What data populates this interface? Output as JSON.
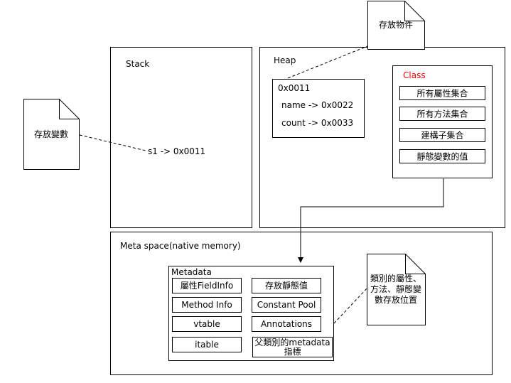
{
  "notes": {
    "variables": "存放變數",
    "objects": "存放物件",
    "class_info": [
      "類別的屬性、",
      "方法、靜態變",
      "數存放位置"
    ]
  },
  "stack": {
    "title": "Stack",
    "entry": "s1 -> 0x0011"
  },
  "heap": {
    "title": "Heap",
    "object": {
      "address": "0x0011",
      "fields": [
        "name -> 0x0022",
        "count -> 0x0033"
      ]
    },
    "class_box": {
      "title": "Class",
      "title_color": "#ff0000",
      "items": [
        "所有屬性集合",
        "所有方法集合",
        "建構子集合",
        "靜態變數的值"
      ]
    }
  },
  "metaspace": {
    "title": "Meta space(native memory)",
    "metadata": {
      "title": "Metadata",
      "left_items": [
        "屬性FieldInfo",
        "Method Info",
        "vtable",
        "itable"
      ],
      "right_items": [
        "存放靜態值",
        "Constant Pool",
        "Annotations"
      ],
      "parent_pointer": [
        "父類別的metadata",
        "指標"
      ]
    }
  }
}
